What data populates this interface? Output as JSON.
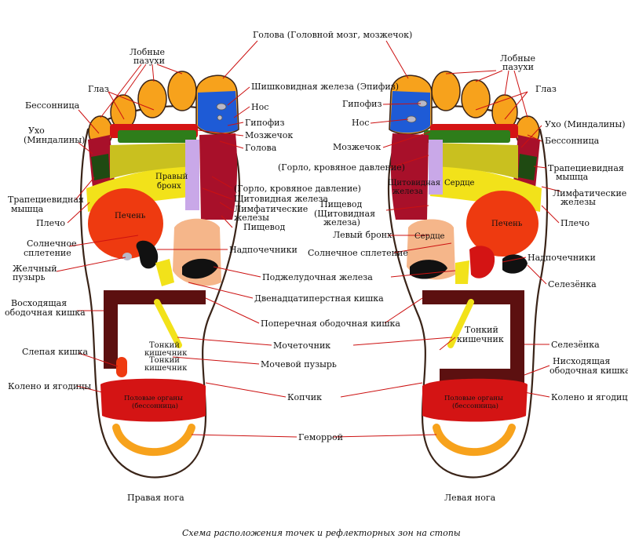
{
  "labels": {
    "head_brain": "Голова (Головной мозг, мозжечок)",
    "frontal_sinus_r": "Лобные",
    "frontal_sinus_r2": "пазухи",
    "frontal_sinus_l": "Лобные",
    "frontal_sinus_l2": "пазухи",
    "eye_r": "Глаз",
    "eye_l": "Глаз",
    "insomnia_r": "Бессонница",
    "insomnia_l": "Бессонница",
    "ear_r": "Ухо",
    "ear_r2": "(Миндалины)",
    "ear_l": "Ухо (Миндалины)",
    "pineal": "Шишковидная железа (Эпифиз)",
    "pituitary_l": "Гипофиз",
    "nose_c": "Нос",
    "nose_l": "Нос",
    "pituitary_c": "Гипофиз",
    "cerebellum_c": "Мозжечок",
    "cerebellum_l": "Мозжечок",
    "head_c": "Голова",
    "throat_l": "(Горло, кровяное давление)",
    "throat_c": "(Горло, кровяное давление)",
    "thyroid_c": "Щитовидная железа",
    "lymph_c": "Лимфатические",
    "lymph_c2": "железы",
    "esophagus_c": "Пищевод",
    "trapezius_r": "Трапециевидная",
    "trapezius_r2": "мышца",
    "trapezius_l": "Трапециевидная",
    "trapezius_l2": "мышца",
    "lymph_l": "Лимфатические",
    "lymph_l2": "железы",
    "shoulder_r": "Плечо",
    "shoulder_l": "Плечо",
    "solar_r": "Солнечное",
    "solar_r2": "сплетение",
    "solar_l": "Солнечное сплетение",
    "gallbladder": "Желчный",
    "gallbladder2": "пузырь",
    "adrenal_c": "Надпочечники",
    "adrenal_l": "Надпочечники",
    "esophagus_l": "Пищевод",
    "esophagus_l2": "(Щитовидная",
    "esophagus_l3": "железа)",
    "bronchus_l": "Левый бронх",
    "spleen_l": "Селезёнка",
    "pancreas": "Поджелудочная железа",
    "duodenum": "Двенадцатиперстная кишка",
    "ascending": "Восходящая",
    "ascending2": "ободочная кишка",
    "transverse": "Поперечная ободочная кишка",
    "ureters": "Мочеточник",
    "bladder": "Мочевой пузырь",
    "caecum": "Слепая кишка",
    "knee_r": "Колено и ягодицы",
    "knee_l": "Колено и ягодицы",
    "coccyx": "Копчик",
    "small_int_l": "Тонкий",
    "small_int_l2": "кишечник",
    "spleen_l2": "Селезёнка",
    "descending": "Нисходящая",
    "descending2": "ободочная кишка",
    "hemorrhoids": "Геморрой",
    "z_bronchus_r": "Правый",
    "z_bronchus_r2": "бронх",
    "z_liver": "Печень",
    "z_liver_l": "Печень",
    "z_heart_l": "Сердце",
    "z_heart_l2": "Сердце",
    "z_thyroid_l": "Щитовидная",
    "z_thyroid_l2": "железа",
    "z_small_int_r": "Тонкий",
    "z_small_int_r2": "кишечник",
    "z_small_int_r3": "Тонкий",
    "z_small_int_r4": "кишечник",
    "z_sex_r": "Половые органы",
    "z_sex_r2": "(бессонница)",
    "z_sex_l": "Половые органы",
    "z_sex_l2": "(бессонница)",
    "right_foot": "Правая нога",
    "left_foot": "Левая нога",
    "caption": "Схема расположения точек и рефлекторных зон на стопы"
  },
  "colors": {
    "toe_orange": "#f7a21c",
    "blue_zone": "#1e5bd6",
    "green_zone": "#2e7d1a",
    "dark_green": "#1f4a12",
    "red_zone": "#d41414",
    "crimson": "#a8102a",
    "yellow_zone": "#f2e21a",
    "olive_yellow": "#c9c01f",
    "orange_red": "#ee3a10",
    "peach": "#f5b68a",
    "lavender": "#c9a8e8",
    "colon_brown": "#5c1010",
    "black_zone": "#111111",
    "leader_red": "#cc1111"
  }
}
